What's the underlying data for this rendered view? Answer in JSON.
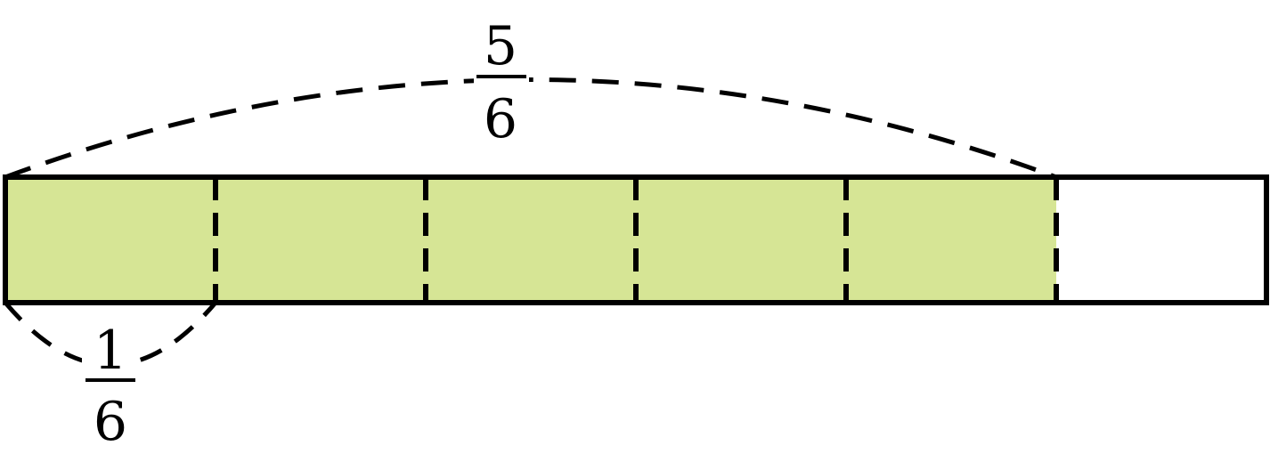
{
  "bar": {
    "total_parts": 6,
    "shaded_parts": 5,
    "shade_color": "#d6e595",
    "outline_color": "#000000",
    "unshaded_color": "#ffffff"
  },
  "labels": {
    "top": {
      "numerator": "5",
      "denominator": "6"
    },
    "bottom": {
      "numerator": "1",
      "denominator": "6"
    }
  }
}
